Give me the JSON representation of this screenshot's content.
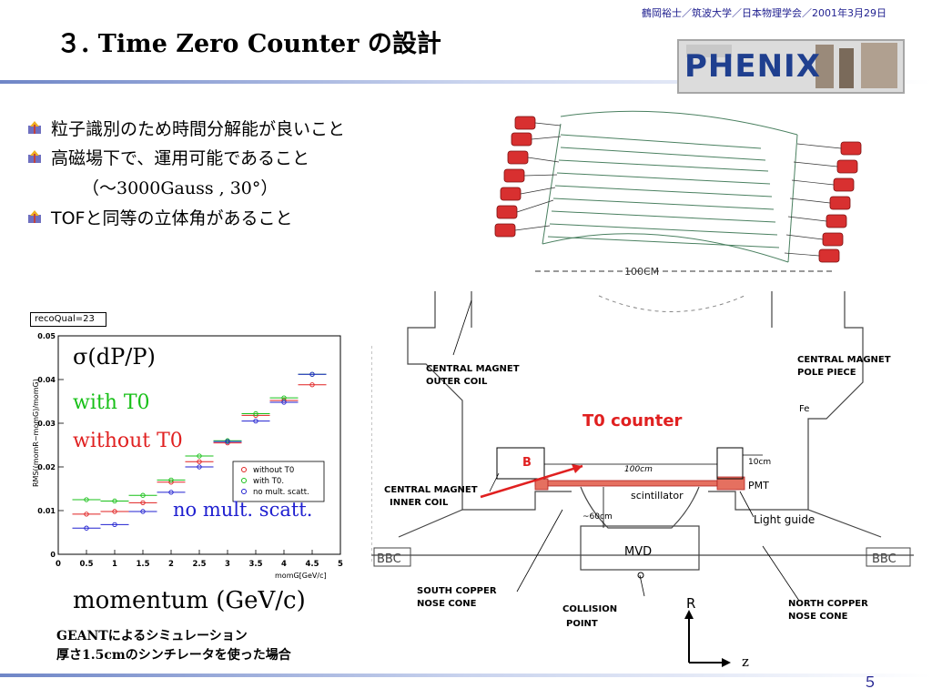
{
  "header": {
    "note": "鶴岡裕士／筑波大学／日本物理学会／2001年3月29日",
    "title": "３. Time Zero Counter の設計"
  },
  "logo": {
    "text": "PHENIX",
    "colors": {
      "blue": "#1f3f8f",
      "star": "#e6a000"
    }
  },
  "bullets": {
    "item1": "粒子識別のため時間分解能が良いこと",
    "item2": "高磁場下で、運用可能であること",
    "item2_detail": "（～3000Gauss , 30°）",
    "item3": "TOFと同等の立体角があること"
  },
  "drawing": {
    "length_label": "100CM"
  },
  "plot": {
    "box_title": "recoQual=23",
    "sigma_label": "σ(dP/P)",
    "with_label": "with T0",
    "without_label": "without T0",
    "nomult_label": "no mult. scatt.",
    "momentum_label": "momentum (GeV/c)",
    "ylabel": "RMS((momR−momG)/momG)",
    "xlabel": "momG[GeV/c]",
    "legend": [
      "without T0",
      "with T0.",
      "no mult. scatt."
    ],
    "colors": {
      "without": "#e02020",
      "with": "#18c018",
      "nomult": "#2020d0"
    }
  },
  "chart_data": {
    "type": "scatter",
    "title": "recoQual=23",
    "xlabel": "momG[GeV/c]",
    "ylabel": "RMS((momR−momG)/momG)",
    "xlim": [
      0,
      5
    ],
    "ylim": [
      0,
      0.05
    ],
    "xticks": [
      "0",
      "0.5",
      "1",
      "1.5",
      "2",
      "2.5",
      "3",
      "3.5",
      "4",
      "4.5",
      "5"
    ],
    "yticks": [
      "0",
      "0.01",
      "0.02",
      "0.03",
      "0.04",
      "0.05"
    ],
    "grid": false,
    "legend_position": "bottom-right",
    "x": [
      0.5,
      1.0,
      1.5,
      2.0,
      2.5,
      3.0,
      3.5,
      4.0,
      4.5
    ],
    "series": [
      {
        "name": "without T0",
        "values": [
          0.0092,
          0.0098,
          0.0118,
          0.0165,
          0.0212,
          0.0255,
          0.0318,
          0.0352,
          0.0388
        ]
      },
      {
        "name": "with T0.",
        "values": [
          0.0125,
          0.0122,
          0.0135,
          0.017,
          0.0225,
          0.026,
          0.0322,
          0.0358,
          0.0412
        ]
      },
      {
        "name": "no mult. scatt.",
        "values": [
          0.006,
          0.0068,
          0.0098,
          0.0142,
          0.02,
          0.0258,
          0.0305,
          0.0348,
          0.0412
        ]
      }
    ]
  },
  "diagram": {
    "outer_coil": "CENTRAL MAGNET\nOUTER COIL",
    "pole_piece": "CENTRAL MAGNET\nPOLE PIECE",
    "fe": "Fe",
    "t0_counter": "T0 counter",
    "b_label": "B",
    "len100": "100cm",
    "len10": "10cm",
    "pmt": "PMT",
    "scintillator": "scintillator",
    "inner_coil": "CENTRAL MAGNET\nINNER COIL",
    "len60": "~60cm",
    "light_guide": "Light guide",
    "mvd": "MVD",
    "bbc_left": "BBC",
    "bbc_right": "BBC",
    "south_nose": "SOUTH COPPER\nNOSE CONE",
    "collision": "COLLISION\nPOINT",
    "north_nose": "NORTH COPPER\nNOSE CONE",
    "r_axis": "R",
    "z_axis": "z"
  },
  "footer": {
    "line1": "GEANTによるシミュレーション",
    "line2": "厚さ1.5cmのシンチレータを使った場合",
    "page": "５"
  }
}
